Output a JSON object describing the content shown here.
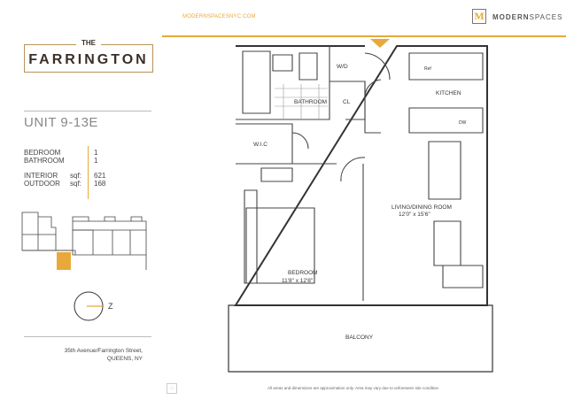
{
  "brand": {
    "building_the": "THE",
    "building_name": "FARRINGTON",
    "website": "MODERNSPACESNYC.COM",
    "company_mark": "M",
    "company_bold": "MODERN",
    "company_light": "SPACES"
  },
  "unit": {
    "title": "UNIT 9-13E",
    "specs": [
      {
        "label": "BEDROOM",
        "unit": "",
        "value": "1"
      },
      {
        "label": "BATHROOM",
        "unit": "",
        "value": "1"
      },
      {
        "label": "INTERIOR",
        "unit": "sqf:",
        "value": "621"
      },
      {
        "label": "OUTDOOR",
        "unit": "sqf:",
        "value": "168"
      }
    ]
  },
  "compass": {
    "label": "Z"
  },
  "address": {
    "line1": "35th Avenue/Farrington Street,",
    "line2": "QUEENS, NY"
  },
  "plan": {
    "rooms": {
      "bathroom": "BATHROOM",
      "wd": "W/D",
      "cl": "CL",
      "kitchen": "KITCHEN",
      "ref": "Ref",
      "dw": "DW",
      "wic": "W.I.C",
      "living": "LIVING/DINING ROOM",
      "living_dim": "12'0\" x 15'6\"",
      "bedroom": "BEDROOM",
      "bedroom_dim": "11'8\" x 12'8\"",
      "balcony": "BALCONY"
    }
  },
  "disclaimer": "All areas and dimensions are approximation only. Area may vary due to unforeseen site condition",
  "colors": {
    "accent": "#e8a93a",
    "logo_border": "#b8925a"
  }
}
